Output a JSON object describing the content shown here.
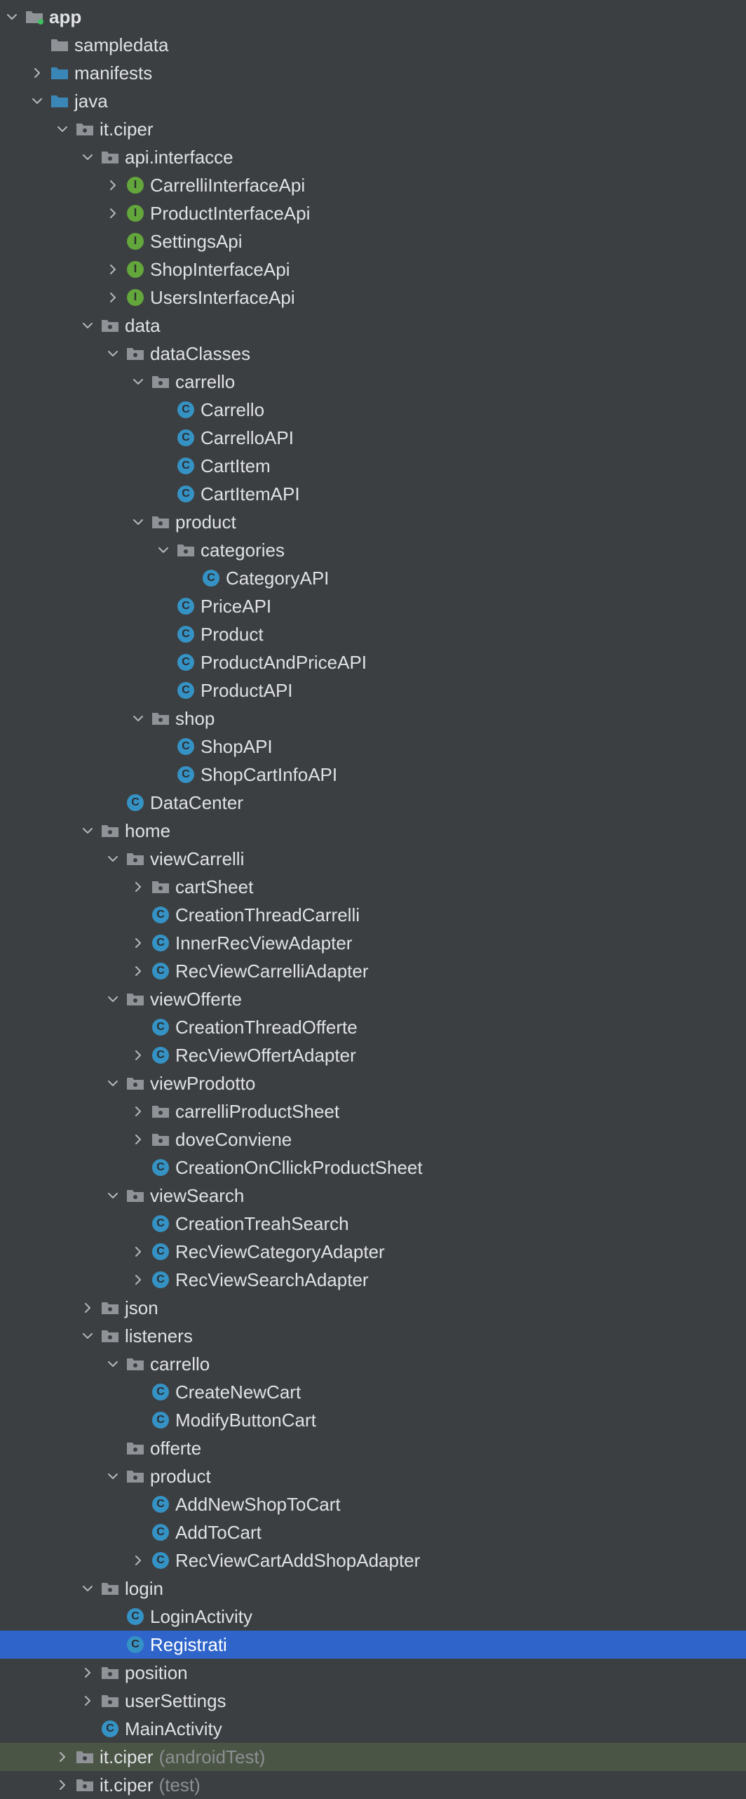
{
  "colors": {
    "background": "#3c3f41",
    "selection": "#2f65ca",
    "test_row": "#4b5545",
    "folder_module": "#8f9296",
    "folder_source": "#3a87b7",
    "class_icon": "#3592c4",
    "interface_icon": "#62a63c",
    "dim_text": "#8c8f93"
  },
  "tree": [
    {
      "label": "app",
      "level": 0,
      "chevron": "down",
      "icon": "module-folder",
      "bold": true
    },
    {
      "label": "sampledata",
      "level": 1,
      "chevron": "none",
      "icon": "folder"
    },
    {
      "label": "manifests",
      "level": 1,
      "chevron": "right",
      "icon": "source-folder"
    },
    {
      "label": "java",
      "level": 1,
      "chevron": "down",
      "icon": "source-folder"
    },
    {
      "label": "it.ciper",
      "level": 2,
      "chevron": "down",
      "icon": "package"
    },
    {
      "label": "api.interfacce",
      "level": 3,
      "chevron": "down",
      "icon": "package"
    },
    {
      "label": "CarrelliInterfaceApi",
      "level": 4,
      "chevron": "right",
      "icon": "interface"
    },
    {
      "label": "ProductInterfaceApi",
      "level": 4,
      "chevron": "right",
      "icon": "interface"
    },
    {
      "label": "SettingsApi",
      "level": 4,
      "chevron": "none",
      "icon": "interface"
    },
    {
      "label": "ShopInterfaceApi",
      "level": 4,
      "chevron": "right",
      "icon": "interface"
    },
    {
      "label": "UsersInterfaceApi",
      "level": 4,
      "chevron": "right",
      "icon": "interface"
    },
    {
      "label": "data",
      "level": 3,
      "chevron": "down",
      "icon": "package"
    },
    {
      "label": "dataClasses",
      "level": 4,
      "chevron": "down",
      "icon": "package"
    },
    {
      "label": "carrello",
      "level": 5,
      "chevron": "down",
      "icon": "package"
    },
    {
      "label": "Carrello",
      "level": 6,
      "chevron": "none",
      "icon": "class"
    },
    {
      "label": "CarrelloAPI",
      "level": 6,
      "chevron": "none",
      "icon": "class"
    },
    {
      "label": "CartItem",
      "level": 6,
      "chevron": "none",
      "icon": "class"
    },
    {
      "label": "CartItemAPI",
      "level": 6,
      "chevron": "none",
      "icon": "class"
    },
    {
      "label": "product",
      "level": 5,
      "chevron": "down",
      "icon": "package"
    },
    {
      "label": "categories",
      "level": 6,
      "chevron": "down",
      "icon": "package"
    },
    {
      "label": "CategoryAPI",
      "level": 7,
      "chevron": "none",
      "icon": "class"
    },
    {
      "label": "PriceAPI",
      "level": 6,
      "chevron": "none",
      "icon": "class"
    },
    {
      "label": "Product",
      "level": 6,
      "chevron": "none",
      "icon": "class"
    },
    {
      "label": "ProductAndPriceAPI",
      "level": 6,
      "chevron": "none",
      "icon": "class"
    },
    {
      "label": "ProductAPI",
      "level": 6,
      "chevron": "none",
      "icon": "class"
    },
    {
      "label": "shop",
      "level": 5,
      "chevron": "down",
      "icon": "package"
    },
    {
      "label": "ShopAPI",
      "level": 6,
      "chevron": "none",
      "icon": "class"
    },
    {
      "label": "ShopCartInfoAPI",
      "level": 6,
      "chevron": "none",
      "icon": "class"
    },
    {
      "label": "DataCenter",
      "level": 4,
      "chevron": "none",
      "icon": "class"
    },
    {
      "label": "home",
      "level": 3,
      "chevron": "down",
      "icon": "package"
    },
    {
      "label": "viewCarrelli",
      "level": 4,
      "chevron": "down",
      "icon": "package"
    },
    {
      "label": "cartSheet",
      "level": 5,
      "chevron": "right",
      "icon": "package"
    },
    {
      "label": "CreationThreadCarrelli",
      "level": 5,
      "chevron": "none",
      "icon": "class"
    },
    {
      "label": "InnerRecViewAdapter",
      "level": 5,
      "chevron": "right",
      "icon": "class"
    },
    {
      "label": "RecViewCarrelliAdapter",
      "level": 5,
      "chevron": "right",
      "icon": "class"
    },
    {
      "label": "viewOfferte",
      "level": 4,
      "chevron": "down",
      "icon": "package"
    },
    {
      "label": "CreationThreadOfferte",
      "level": 5,
      "chevron": "none",
      "icon": "class"
    },
    {
      "label": "RecViewOffertAdapter",
      "level": 5,
      "chevron": "right",
      "icon": "class"
    },
    {
      "label": "viewProdotto",
      "level": 4,
      "chevron": "down",
      "icon": "package"
    },
    {
      "label": "carrelliProductSheet",
      "level": 5,
      "chevron": "right",
      "icon": "package"
    },
    {
      "label": "doveConviene",
      "level": 5,
      "chevron": "right",
      "icon": "package"
    },
    {
      "label": "CreationOnCllickProductSheet",
      "level": 5,
      "chevron": "none",
      "icon": "class"
    },
    {
      "label": "viewSearch",
      "level": 4,
      "chevron": "down",
      "icon": "package"
    },
    {
      "label": "CreationTreahSearch",
      "level": 5,
      "chevron": "none",
      "icon": "class"
    },
    {
      "label": "RecViewCategoryAdapter",
      "level": 5,
      "chevron": "right",
      "icon": "class"
    },
    {
      "label": "RecViewSearchAdapter",
      "level": 5,
      "chevron": "right",
      "icon": "class"
    },
    {
      "label": "json",
      "level": 3,
      "chevron": "right",
      "icon": "package"
    },
    {
      "label": "listeners",
      "level": 3,
      "chevron": "down",
      "icon": "package"
    },
    {
      "label": "carrello",
      "level": 4,
      "chevron": "down",
      "icon": "package"
    },
    {
      "label": "CreateNewCart",
      "level": 5,
      "chevron": "none",
      "icon": "class"
    },
    {
      "label": "ModifyButtonCart",
      "level": 5,
      "chevron": "none",
      "icon": "class"
    },
    {
      "label": "offerte",
      "level": 4,
      "chevron": "none",
      "icon": "package"
    },
    {
      "label": "product",
      "level": 4,
      "chevron": "down",
      "icon": "package"
    },
    {
      "label": "AddNewShopToCart",
      "level": 5,
      "chevron": "none",
      "icon": "class"
    },
    {
      "label": "AddToCart",
      "level": 5,
      "chevron": "none",
      "icon": "class"
    },
    {
      "label": "RecViewCartAddShopAdapter",
      "level": 5,
      "chevron": "right",
      "icon": "class"
    },
    {
      "label": "login",
      "level": 3,
      "chevron": "down",
      "icon": "package"
    },
    {
      "label": "LoginActivity",
      "level": 4,
      "chevron": "none",
      "icon": "class"
    },
    {
      "label": "Registrati",
      "level": 4,
      "chevron": "none",
      "icon": "class",
      "selected": true
    },
    {
      "label": "position",
      "level": 3,
      "chevron": "right",
      "icon": "package"
    },
    {
      "label": "userSettings",
      "level": 3,
      "chevron": "right",
      "icon": "package"
    },
    {
      "label": "MainActivity",
      "level": 3,
      "chevron": "none",
      "icon": "class"
    },
    {
      "label": "it.ciper",
      "suffix": "(androidTest)",
      "level": 2,
      "chevron": "right",
      "icon": "package",
      "shaded": true
    },
    {
      "label": "it.ciper",
      "suffix": "(test)",
      "level": 2,
      "chevron": "right",
      "icon": "package"
    }
  ]
}
